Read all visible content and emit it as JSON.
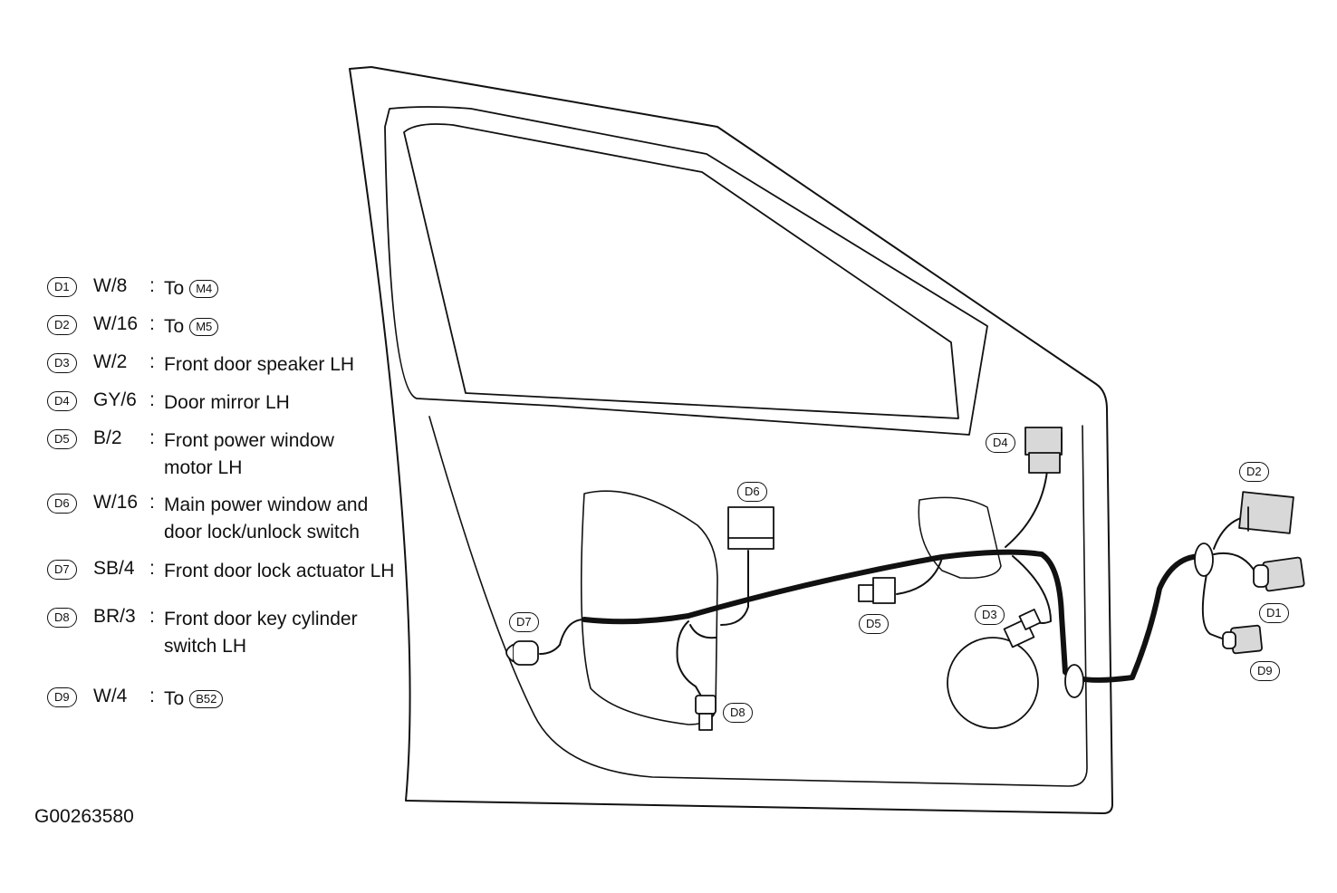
{
  "legend": [
    {
      "id": "D1",
      "wire": "W/8",
      "prefix": "To",
      "ref": "M4"
    },
    {
      "id": "D2",
      "wire": "W/16",
      "prefix": "To",
      "ref": "M5"
    },
    {
      "id": "D3",
      "wire": "W/2",
      "desc1": "Front door speaker LH"
    },
    {
      "id": "D4",
      "wire": "GY/6",
      "desc1": "Door mirror LH"
    },
    {
      "id": "D5",
      "wire": "B/2",
      "desc1": "Front power window",
      "desc2": "motor LH"
    },
    {
      "id": "D6",
      "wire": "W/16",
      "desc1": "Main power window and",
      "desc2": "door lock/unlock switch"
    },
    {
      "id": "D7",
      "wire": "SB/4",
      "desc1": "Front door lock actuator LH"
    },
    {
      "id": "D8",
      "wire": "BR/3",
      "desc1": "Front door key cylinder",
      "desc2": "switch LH"
    },
    {
      "id": "D9",
      "wire": "W/4",
      "prefix": "To",
      "ref": "B52"
    }
  ],
  "colon": ":",
  "callouts": {
    "d1": "D1",
    "d2": "D2",
    "d3": "D3",
    "d4": "D4",
    "d5": "D5",
    "d6": "D6",
    "d7": "D7",
    "d8": "D8",
    "d9": "D9"
  },
  "figure_id": "G00263580"
}
